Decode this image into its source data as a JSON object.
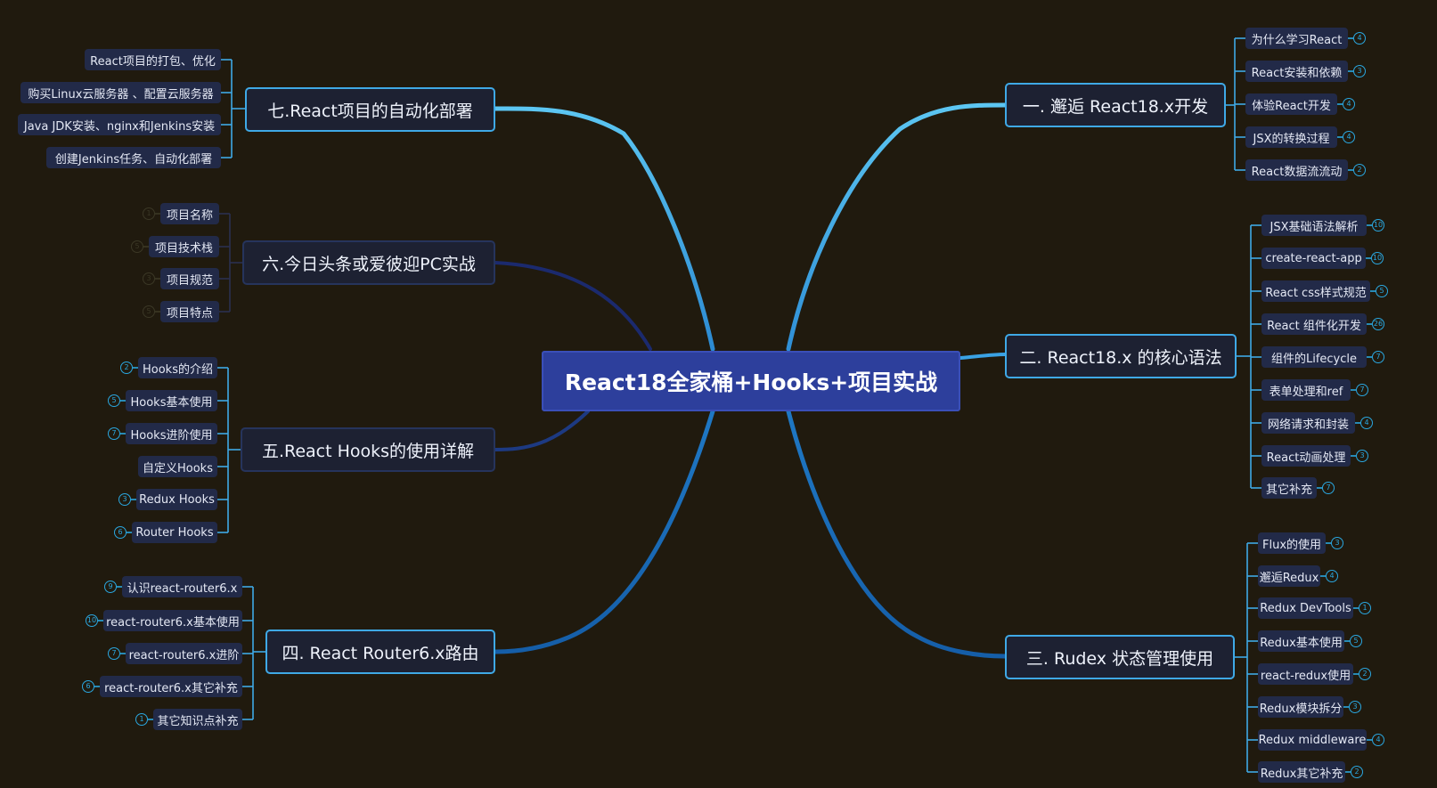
{
  "root": "React18全家桶+Hooks+项目实战",
  "colors": {
    "background": "#201a0e",
    "root_fill": "#2d3f9c",
    "branch_line": "#3fa9e6",
    "leaf_fill": "#222a48"
  },
  "branches": [
    {
      "label": "一. 邂逅 React18.x开发",
      "children": [
        {
          "label": "为什么学习React",
          "count": "4"
        },
        {
          "label": "React安装和依赖",
          "count": "3"
        },
        {
          "label": "体验React开发",
          "count": "4"
        },
        {
          "label": "JSX的转换过程",
          "count": "4"
        },
        {
          "label": "React数据流流动",
          "count": "2"
        }
      ]
    },
    {
      "label": "二. React18.x 的核心语法",
      "children": [
        {
          "label": "JSX基础语法解析",
          "count": "10"
        },
        {
          "label": "create-react-app",
          "count": "10"
        },
        {
          "label": "React css样式规范",
          "count": "5"
        },
        {
          "label": "React 组件化开发",
          "count": "26"
        },
        {
          "label": "组件的Lifecycle",
          "count": "7"
        },
        {
          "label": "表单处理和ref",
          "count": "7"
        },
        {
          "label": "网络请求和封装",
          "count": "4"
        },
        {
          "label": "React动画处理",
          "count": "3"
        },
        {
          "label": "其它补充",
          "count": "7"
        }
      ]
    },
    {
      "label": "三. Rudex 状态管理使用",
      "children": [
        {
          "label": "Flux的使用",
          "count": "3"
        },
        {
          "label": "邂逅Redux",
          "count": "4"
        },
        {
          "label": "Redux DevTools",
          "count": "1"
        },
        {
          "label": "Redux基本使用",
          "count": "5"
        },
        {
          "label": "react-redux使用",
          "count": "2"
        },
        {
          "label": "Redux模块拆分",
          "count": "3"
        },
        {
          "label": "Redux middleware",
          "count": "4"
        },
        {
          "label": "Redux其它补充",
          "count": "2"
        }
      ]
    },
    {
      "label": "四. React Router6.x路由",
      "children": [
        {
          "label": "认识react-router6.x",
          "count": "9"
        },
        {
          "label": "react-router6.x基本使用",
          "count": "10"
        },
        {
          "label": "react-router6.x进阶",
          "count": "7"
        },
        {
          "label": "react-router6.x其它补充",
          "count": "6"
        },
        {
          "label": "其它知识点补充",
          "count": "1"
        }
      ]
    },
    {
      "label": "五.React Hooks的使用详解",
      "children": [
        {
          "label": "Hooks的介绍",
          "count": "2"
        },
        {
          "label": "Hooks基本使用",
          "count": "5"
        },
        {
          "label": "Hooks进阶使用",
          "count": "7"
        },
        {
          "label": "自定义Hooks",
          "count": ""
        },
        {
          "label": "Redux Hooks",
          "count": "3"
        },
        {
          "label": "Router Hooks",
          "count": "6"
        }
      ]
    },
    {
      "label": "六.今日头条或爱彼迎PC实战",
      "children": [
        {
          "label": "项目名称",
          "count": "1"
        },
        {
          "label": "项目技术栈",
          "count": "5"
        },
        {
          "label": "项目规范",
          "count": "3"
        },
        {
          "label": "项目特点",
          "count": "5"
        }
      ]
    },
    {
      "label": "七.React项目的自动化部署",
      "children": [
        {
          "label": "React项目的打包、优化",
          "count": ""
        },
        {
          "label": "购买Linux云服务器 、配置云服务器",
          "count": ""
        },
        {
          "label": "Java JDK安装、nginx和Jenkins安装",
          "count": ""
        },
        {
          "label": "创建Jenkins任务、自动化部署",
          "count": ""
        }
      ]
    }
  ]
}
